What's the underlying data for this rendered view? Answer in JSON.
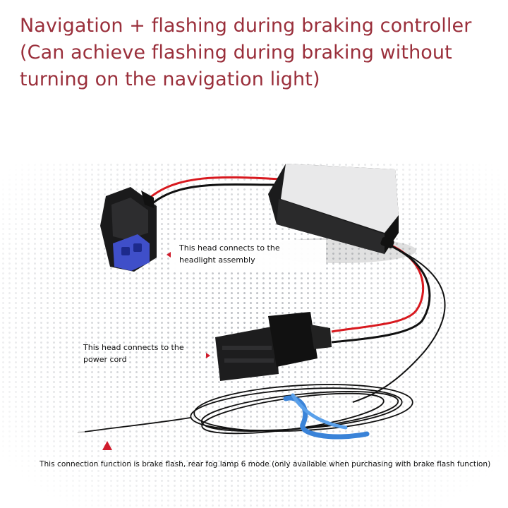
{
  "title": "Navigation + flashing during braking controller (Can achieve flashing during braking without turning on the navigation light)",
  "labels": {
    "headlight_line1": "This head connects to the",
    "headlight_line2": "headlight assembly",
    "powercord_line1": "This head connects to the",
    "powercord_line2": "power cord",
    "footer": "This connection function is brake flash, rear fog lamp 6 mode (only available when purchasing with brake flash function)"
  },
  "colors": {
    "title": "#9a2f3b",
    "marker": "#d01c2c",
    "wire_red": "#d8191f",
    "wire_black": "#111111",
    "connector_blue": "#3f4fc9",
    "tie_blue": "#3a83d8"
  }
}
